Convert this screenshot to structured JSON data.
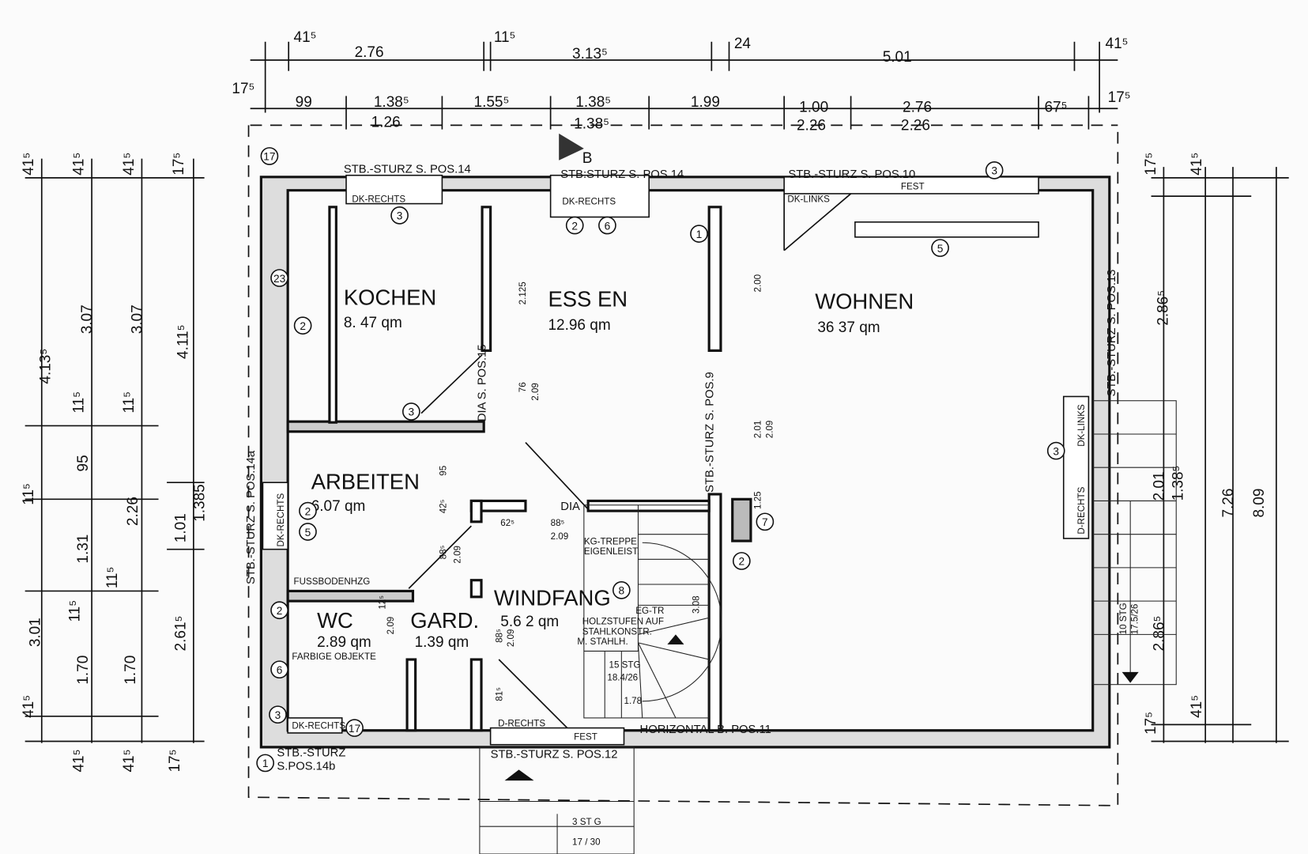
{
  "top_dims_outer": [
    "41⁵",
    "2.76",
    "11⁵",
    "3.13⁵",
    "24",
    "5.01",
    "41⁵"
  ],
  "top_dims_inner": [
    "17⁵",
    "99",
    "1.38⁵",
    "1.55⁵",
    "1.38⁵",
    "1.99",
    "1.00",
    "2.76",
    "67⁵",
    "17⁵"
  ],
  "top_dims_under": [
    "1.26",
    "1.38⁵",
    "2.26",
    "2.26"
  ],
  "left_dims": [
    "41⁵",
    "41⁵",
    "41⁵",
    "17⁵",
    "4.13⁵",
    "3.07",
    "3.07",
    "4.11⁵",
    "11⁵",
    "11⁵",
    "11⁵",
    "95",
    "2.26",
    "1.01",
    "1.385",
    "1.31",
    "11⁵",
    "11⁵",
    "3.01",
    "1.70",
    "1.70",
    "2.61⁵",
    "41⁵",
    "41⁵",
    "41⁵",
    "17⁵"
  ],
  "right_dims": [
    "17⁵",
    "41⁵",
    "2.86⁵",
    "2.01",
    "1.38⁵",
    "7.26",
    "8.09",
    "2.86⁵",
    "17⁵",
    "41⁵"
  ],
  "rooms": [
    {
      "name": "KOCHEN",
      "area": "8. 47 qm"
    },
    {
      "name": "ESS EN",
      "area": "12.96 qm"
    },
    {
      "name": "WOHNEN",
      "area": "36 37 qm"
    },
    {
      "name": "ARBEITEN",
      "area": "6.07 qm"
    },
    {
      "name": "WC",
      "area": "2.89 qm"
    },
    {
      "name": "GARD.",
      "area": "1.39 qm"
    },
    {
      "name": "WINDFANG",
      "area": "5.6 2 qm"
    }
  ],
  "notes": {
    "lintel_top_left": "STB.-STURZ S. POS.14",
    "lintel_top_mid": "STB:STURZ S. POS.14",
    "lintel_top_right": "STB.-STURZ  S. POS.10",
    "lintel_left": "STB.-STURZ S. POS.14a",
    "lintel_mid": "STB.-STURZ  S. POS.9",
    "lintel_right": "STB.-STURZ S. POS.13",
    "lintel_bottom": "STB.-STURZ S. POS.12",
    "lintel_bottom_left_1": "STB.-STURZ",
    "lintel_bottom_left_2": "S.POS.14b",
    "horizontal": "HORIZONTAL B. POS.11",
    "dia_pos15": "DIA S. POS.15",
    "fest_top": "FEST",
    "fest_bottom": "FEST",
    "dk_rechts_1": "DK-RECHTS",
    "dk_rechts_2": "DK-RECHTS",
    "dk_links": "DK-LINKS",
    "dk_rechts_left": "DK-RECHTS",
    "dk_links_right": "DK-LINKS",
    "d_rechts_right": "D-RECHTS",
    "d_rechts_bottom": "D-RECHTS",
    "dk_rechts_wc": "DK-RECHTS",
    "fussboden": "FUSSBODENHZG",
    "farbige": "FARBIGE OBJEKTE",
    "dia": "DIA",
    "kg_treppe_1": "KG-TREPPE",
    "kg_treppe_2": "EIGENLEIST.",
    "eg_tr": "EG-TR",
    "holz_1": "HOLZSTUFEN AUF",
    "holz_2": "STAHLKONSTR.",
    "holz_3": "M. STAHLH.",
    "stg_15": "15 STG",
    "stg_15_dim": "18.4/26",
    "stg_178": "1.78",
    "stg_308": "3.08",
    "stg_10": "10 STG",
    "stg_10_dim": "17.5/26",
    "stg_3": "3 ST G",
    "stg_3_dim": "17 / 30",
    "section_mark": "B",
    "dims_misc": [
      "2.125",
      "2.00",
      "76",
      "2.09",
      "2.01",
      "2.09",
      "95",
      "42⁵",
      "62⁵",
      "88⁵",
      "2.09",
      "88⁵",
      "2.09",
      "12⁵",
      "88⁵",
      "2.09",
      "1.25",
      "81⁵",
      "2.09"
    ]
  },
  "markers": [
    "17",
    "3",
    "3",
    "2",
    "6",
    "1",
    "5",
    "23",
    "2",
    "3",
    "2",
    "5",
    "2",
    "6",
    "3",
    "17",
    "1",
    "8",
    "7",
    "2",
    "3"
  ]
}
